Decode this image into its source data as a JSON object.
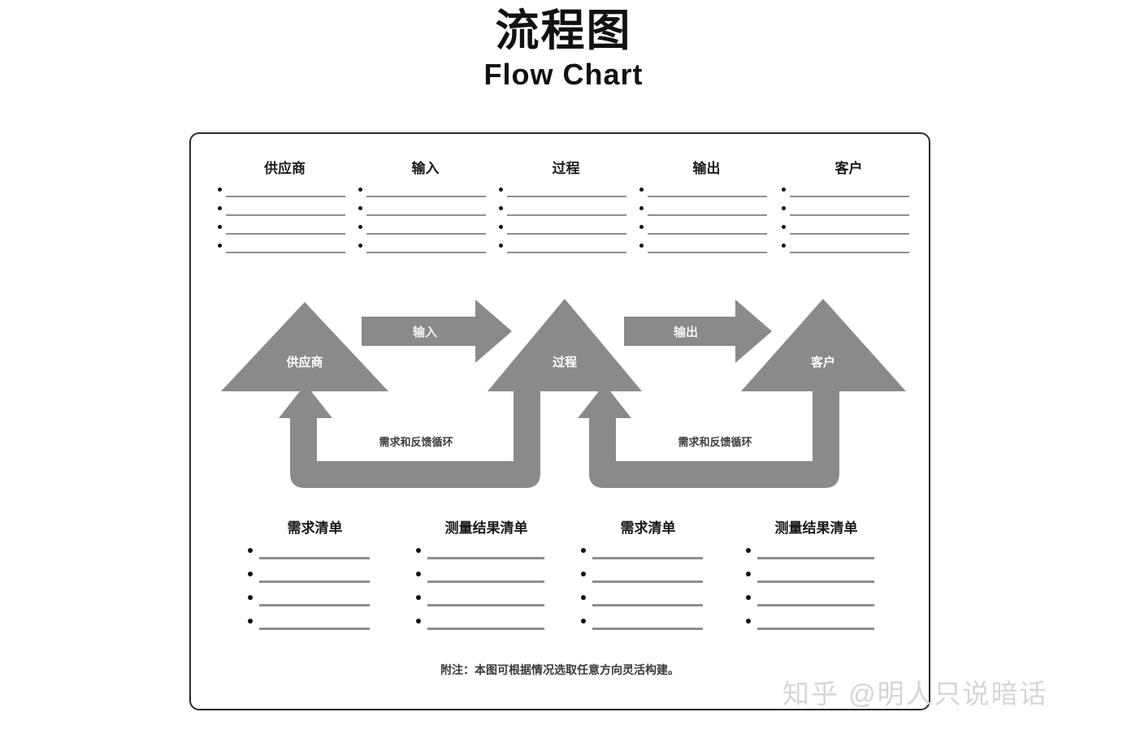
{
  "title": {
    "cn": "流程图",
    "en": "Flow Chart"
  },
  "top_columns": [
    {
      "header": "供应商",
      "rows": 4
    },
    {
      "header": "输入",
      "rows": 4
    },
    {
      "header": "过程",
      "rows": 4
    },
    {
      "header": "输出",
      "rows": 4
    },
    {
      "header": "客户",
      "rows": 4
    }
  ],
  "bottom_columns": [
    {
      "header": "需求清单",
      "rows": 4
    },
    {
      "header": "测量结果清单",
      "rows": 4
    },
    {
      "header": "需求清单",
      "rows": 4
    },
    {
      "header": "测量结果清单",
      "rows": 4
    }
  ],
  "diagram": {
    "nodes": [
      {
        "label": "供应商"
      },
      {
        "label": "过程"
      },
      {
        "label": "客户"
      }
    ],
    "arrows": [
      {
        "label": "输入"
      },
      {
        "label": "输出"
      }
    ],
    "loops": [
      {
        "label": "需求和反馈循环"
      },
      {
        "label": "需求和反馈循环"
      }
    ]
  },
  "footnote": "附注：本图可根据情况选取任意方向灵活构建。",
  "watermark": "知乎 @明人只说暗话",
  "colors": {
    "shape_gray": "#8a8a8a",
    "rule_gray": "#8e8e8e",
    "card_border": "#2b2b2b",
    "text_dark": "#1a1a1a",
    "watermark_gray": "#d4d6d9"
  }
}
